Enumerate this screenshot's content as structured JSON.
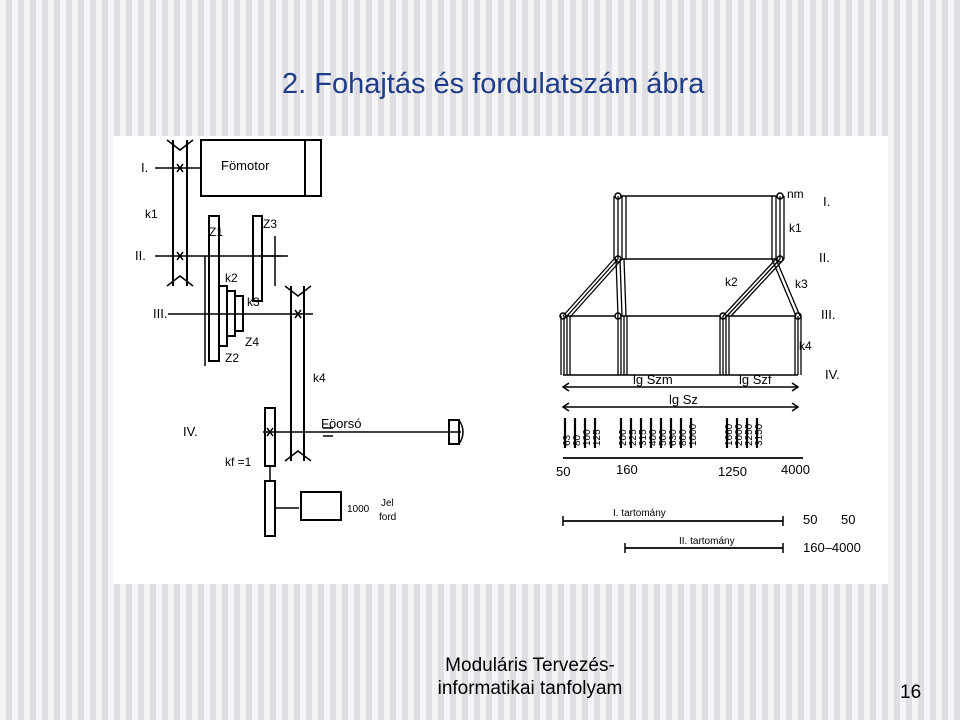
{
  "slide": {
    "title": "2. Fohajtás és fordulatszám ábra",
    "footer_line1": "Moduláris Tervezés-",
    "footer_line2": "informatikai tanfolyam",
    "page_number": "16"
  },
  "kinematic": {
    "stage_labels": [
      "I.",
      "II.",
      "III.",
      "IV."
    ],
    "motor_label": "Fömotor",
    "spindle_label": "Föorsó",
    "k1": "k1",
    "k2": "k2",
    "k3": "k3",
    "k4": "k4",
    "kf": "kf =1",
    "z1": "Z1",
    "z2": "Z2",
    "z3": "Z3",
    "z4": "Z4",
    "encoder_value": "1000",
    "encoder_num": "Jel",
    "encoder_den": "ford"
  },
  "speed_chart": {
    "stage_labels": [
      "I.",
      "II.",
      "III.",
      "IV."
    ],
    "nm": "nm",
    "k1": "k1",
    "k2": "k2",
    "k3": "k3",
    "k4": "k4",
    "lg_szm": "lg Szm",
    "lg_szf": "lg Szf",
    "lg_sz": "lg Sz",
    "speed_values": [
      "63",
      "80",
      "100",
      "125",
      "200",
      "225",
      "315",
      "400",
      "500",
      "630",
      "800",
      "1000",
      "1660",
      "2000",
      "2250",
      "3150"
    ],
    "axis_ticks": [
      "50",
      "160",
      "1250",
      "4000"
    ],
    "range1_label": "I. tartomány",
    "range2_label": "II. tartomány",
    "range1_value_a": "50",
    "range1_value_b": "50",
    "range2_value": "160–4000"
  }
}
